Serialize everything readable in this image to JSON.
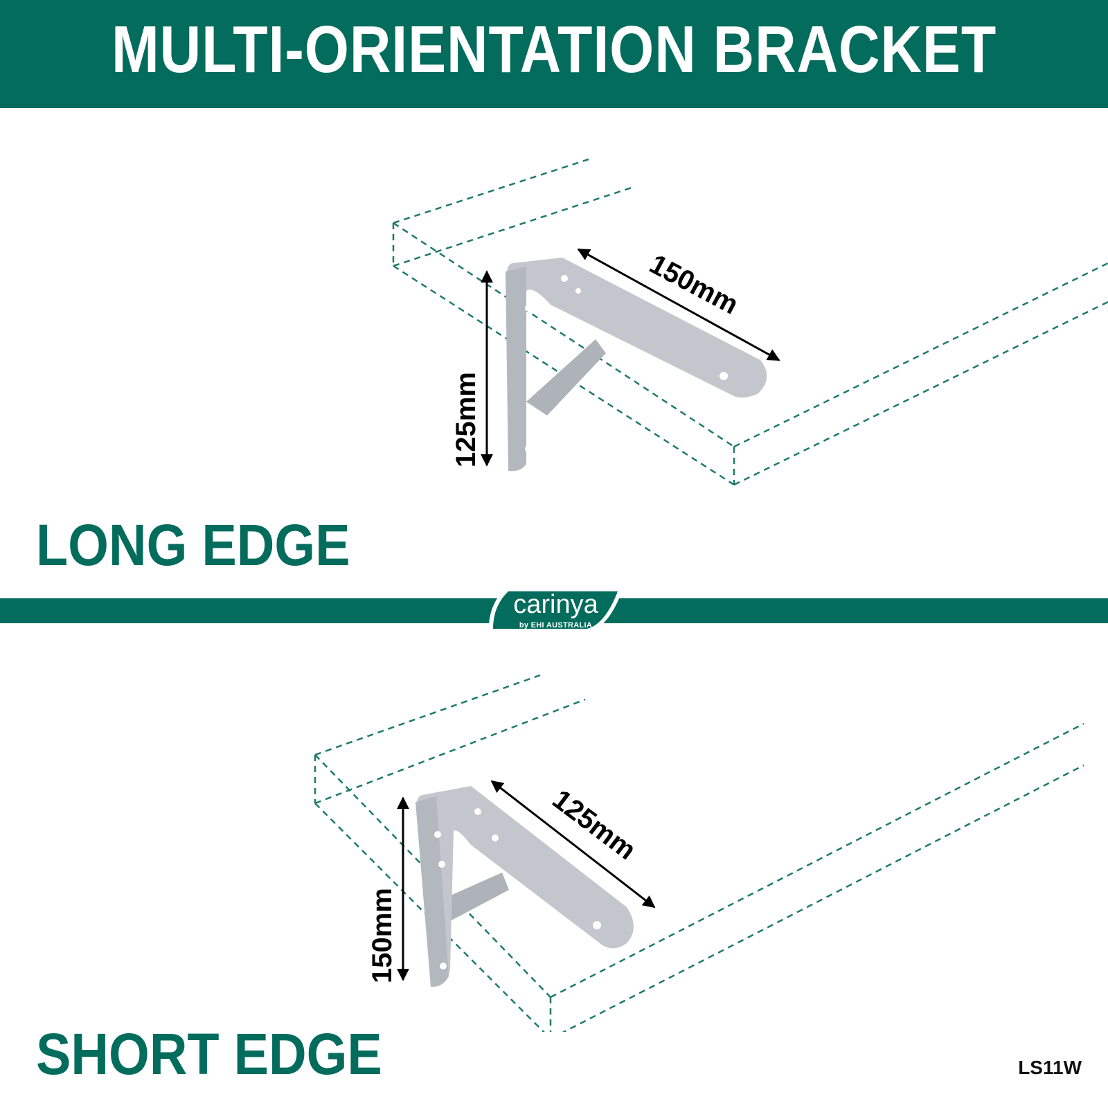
{
  "header": {
    "title": "MULTI-ORIENTATION BRACKET"
  },
  "sections": [
    {
      "label": "LONG EDGE",
      "horizontal_dim": "150mm",
      "vertical_dim": "125mm"
    },
    {
      "label": "SHORT EDGE",
      "horizontal_dim": "125mm",
      "vertical_dim": "150mm"
    }
  ],
  "logo": {
    "name": "carinya",
    "tagline": "by EHI AUSTRALIA"
  },
  "model_code": "LS11W",
  "colors": {
    "brand_green": "#036c5c",
    "bracket_grey": "#b9bcc3",
    "dashed_green": "#1f7a66"
  }
}
